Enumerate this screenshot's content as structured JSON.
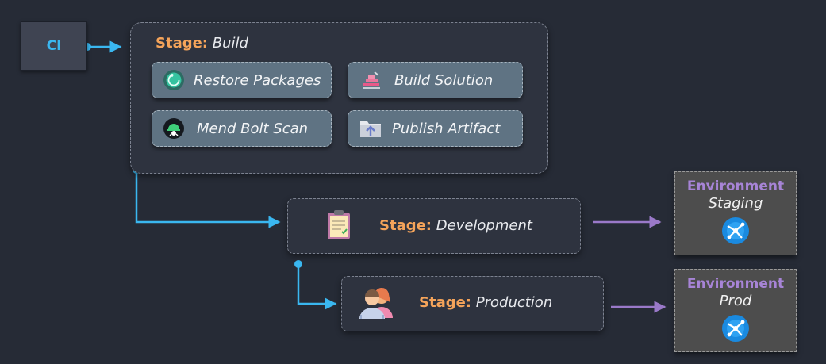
{
  "ci": {
    "label": "CI"
  },
  "build_stage": {
    "keyword": "Stage:",
    "name": "Build",
    "tasks": [
      {
        "label": "Restore Packages",
        "icon": "restore-packages-icon"
      },
      {
        "label": "Build Solution",
        "icon": "build-solution-icon"
      },
      {
        "label": "Mend Bolt Scan",
        "icon": "mend-bolt-icon"
      },
      {
        "label": "Publish Artifact",
        "icon": "publish-artifact-icon"
      }
    ]
  },
  "development_stage": {
    "keyword": "Stage:",
    "name": "Development",
    "icon": "clipboard-icon"
  },
  "production_stage": {
    "keyword": "Stage:",
    "name": "Production",
    "icon": "users-icon"
  },
  "environments": [
    {
      "keyword": "Environment",
      "name": "Staging",
      "icon": "azure-icon"
    },
    {
      "keyword": "Environment",
      "name": "Prod",
      "icon": "azure-icon"
    }
  ],
  "colors": {
    "background": "#262b36",
    "ci_text": "#3ab7f0",
    "stage_keyword": "#f5a45a",
    "environment_keyword": "#a784d6",
    "ci_connector": "#3ab7f0",
    "environment_connector": "#9a79c9"
  }
}
